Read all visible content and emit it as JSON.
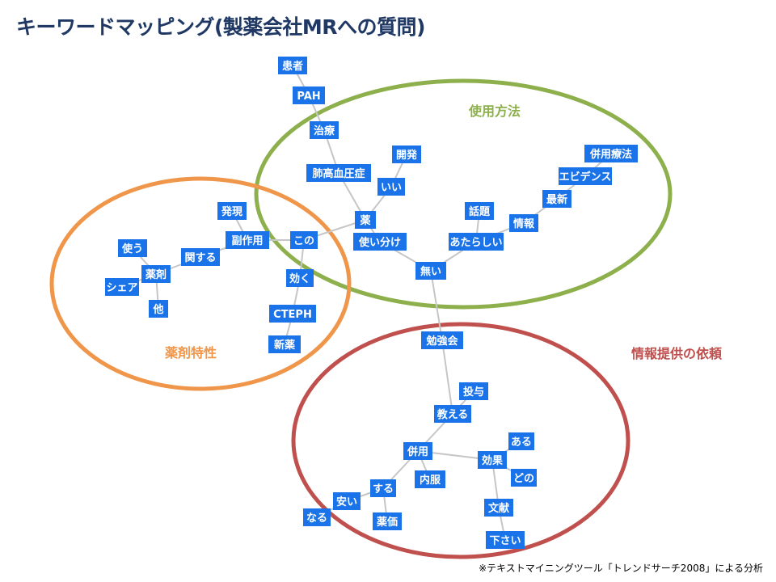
{
  "title": "キーワードマッピング(製薬会社MRへの質問)",
  "footnote": "※テキストマイニングツール「トレンドサーチ2008」による分析",
  "colors": {
    "keyword_box": "#1a73e8",
    "title": "#1f3864",
    "cluster_usage": "#8db04c",
    "cluster_drug": "#f0964a",
    "cluster_info": "#c0504d",
    "edge": "#c6c6c6"
  },
  "clusters": [
    {
      "id": "usage",
      "label": "使用方法",
      "color": "#8db04c"
    },
    {
      "id": "drug",
      "label": "薬剤特性",
      "color": "#f0964a"
    },
    {
      "id": "info",
      "label": "情報提供の依頼",
      "color": "#c0504d"
    }
  ],
  "keywords": [
    {
      "id": "kanja",
      "text": "患者"
    },
    {
      "id": "pah",
      "text": "PAH"
    },
    {
      "id": "chiryo",
      "text": "治療"
    },
    {
      "id": "kaihatsu",
      "text": "開発"
    },
    {
      "id": "haikou",
      "text": "肺高血圧症"
    },
    {
      "id": "ii",
      "text": "いい"
    },
    {
      "id": "kusuri",
      "text": "薬"
    },
    {
      "id": "tsukaiwake",
      "text": "使い分け"
    },
    {
      "id": "nai",
      "text": "無い"
    },
    {
      "id": "wadai",
      "text": "話題"
    },
    {
      "id": "atarashii",
      "text": "あたらしい"
    },
    {
      "id": "jouhou",
      "text": "情報"
    },
    {
      "id": "saishin",
      "text": "最新"
    },
    {
      "id": "evidence",
      "text": "エビデンス"
    },
    {
      "id": "heiyouryouhou",
      "text": "併用療法"
    },
    {
      "id": "hatsugen",
      "text": "発現"
    },
    {
      "id": "fukusayou",
      "text": "副作用"
    },
    {
      "id": "kono",
      "text": "この"
    },
    {
      "id": "tsukau",
      "text": "使う"
    },
    {
      "id": "kansuru",
      "text": "関する"
    },
    {
      "id": "yakuzai",
      "text": "薬剤"
    },
    {
      "id": "share",
      "text": "シェア"
    },
    {
      "id": "hoka",
      "text": "他"
    },
    {
      "id": "kiku",
      "text": "効く"
    },
    {
      "id": "cteph",
      "text": "CTEPH"
    },
    {
      "id": "shinyaku",
      "text": "新薬"
    },
    {
      "id": "benkyoukai",
      "text": "勉強会"
    },
    {
      "id": "toyo",
      "text": "投与"
    },
    {
      "id": "oshieru",
      "text": "教える"
    },
    {
      "id": "heiyou",
      "text": "併用"
    },
    {
      "id": "naifuku",
      "text": "内服"
    },
    {
      "id": "kouka",
      "text": "効果"
    },
    {
      "id": "aru",
      "text": "ある"
    },
    {
      "id": "dono",
      "text": "どの"
    },
    {
      "id": "suru",
      "text": "する"
    },
    {
      "id": "yasui",
      "text": "安い"
    },
    {
      "id": "naru",
      "text": "なる"
    },
    {
      "id": "yakka",
      "text": "薬価"
    },
    {
      "id": "bunken",
      "text": "文献"
    },
    {
      "id": "kudasai",
      "text": "下さい"
    }
  ],
  "edges": [
    [
      "kanja",
      "pah"
    ],
    [
      "pah",
      "chiryo"
    ],
    [
      "chiryo",
      "haikou"
    ],
    [
      "haikou",
      "kusuri"
    ],
    [
      "kaihatsu",
      "ii"
    ],
    [
      "ii",
      "kusuri"
    ],
    [
      "kusuri",
      "tsukaiwake"
    ],
    [
      "kusuri",
      "kono"
    ],
    [
      "tsukaiwake",
      "nai"
    ],
    [
      "nai",
      "atarashii"
    ],
    [
      "wadai",
      "atarashii"
    ],
    [
      "atarashii",
      "jouhou"
    ],
    [
      "jouhou",
      "saishin"
    ],
    [
      "saishin",
      "evidence"
    ],
    [
      "evidence",
      "heiyouryouhou"
    ],
    [
      "hatsugen",
      "fukusayou"
    ],
    [
      "fukusayou",
      "kono"
    ],
    [
      "fukusayou",
      "kansuru"
    ],
    [
      "kansuru",
      "yakuzai"
    ],
    [
      "tsukau",
      "yakuzai"
    ],
    [
      "yakuzai",
      "share"
    ],
    [
      "yakuzai",
      "hoka"
    ],
    [
      "kono",
      "kiku"
    ],
    [
      "kiku",
      "cteph"
    ],
    [
      "cteph",
      "shinyaku"
    ],
    [
      "nai",
      "benkyoukai"
    ],
    [
      "benkyoukai",
      "oshieru"
    ],
    [
      "toyo",
      "oshieru"
    ],
    [
      "oshieru",
      "heiyou"
    ],
    [
      "heiyou",
      "naifuku"
    ],
    [
      "heiyou",
      "kouka"
    ],
    [
      "heiyou",
      "suru"
    ],
    [
      "kouka",
      "aru"
    ],
    [
      "kouka",
      "dono"
    ],
    [
      "kouka",
      "bunken"
    ],
    [
      "bunken",
      "kudasai"
    ],
    [
      "suru",
      "yasui"
    ],
    [
      "suru",
      "yakka"
    ],
    [
      "yasui",
      "naru"
    ]
  ]
}
